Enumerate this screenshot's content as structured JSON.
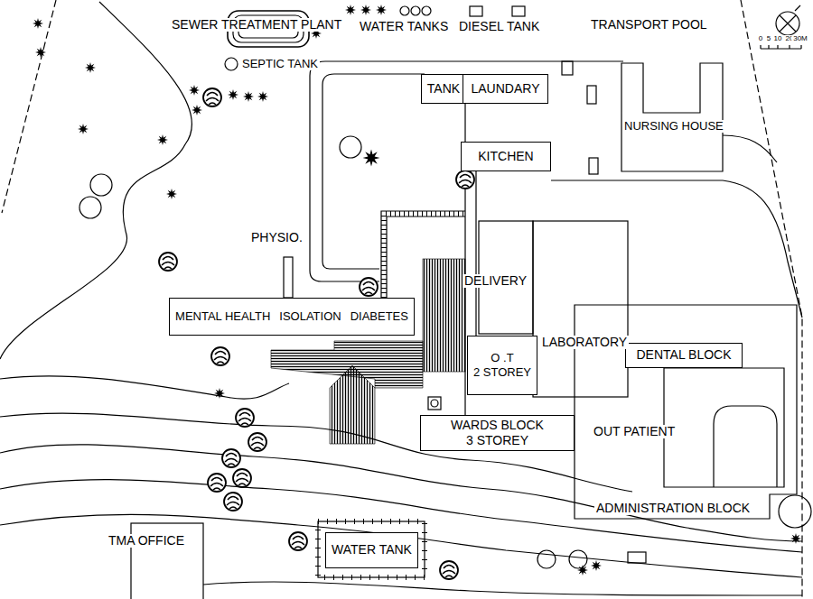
{
  "diagram": {
    "nodes": [
      {
        "text": [
          "TANK"
        ]
      },
      {
        "text": [
          "LAUNDARY"
        ]
      },
      {
        "text": [
          "KITCHEN"
        ]
      },
      {
        "text": [
          "MENTAL HEALTH",
          "ISOLATION",
          "DIABETES"
        ]
      },
      {
        "text": [
          "O .T",
          "2 STOREY"
        ]
      },
      {
        "text": [
          "DENTAL BLOCK"
        ]
      },
      {
        "text": [
          "WARDS BLOCK",
          "3 STOREY"
        ]
      },
      {
        "text": [
          "WATER TANK"
        ]
      }
    ],
    "labels": [
      "SEWER TREATMENT PLANT",
      "SEPTIC TANK",
      "WATER TANKS",
      "DIESEL TANK",
      "TRANSPORT POOL",
      "NURSING HOUSE",
      "PHYSIO.",
      "DELIVERY",
      "LABORATORY",
      "OUT PATIENT",
      "ADMINISTRATION BLOCK",
      "TMA OFFICE",
      "0",
      "5",
      "10",
      "20",
      "30M"
    ]
  }
}
